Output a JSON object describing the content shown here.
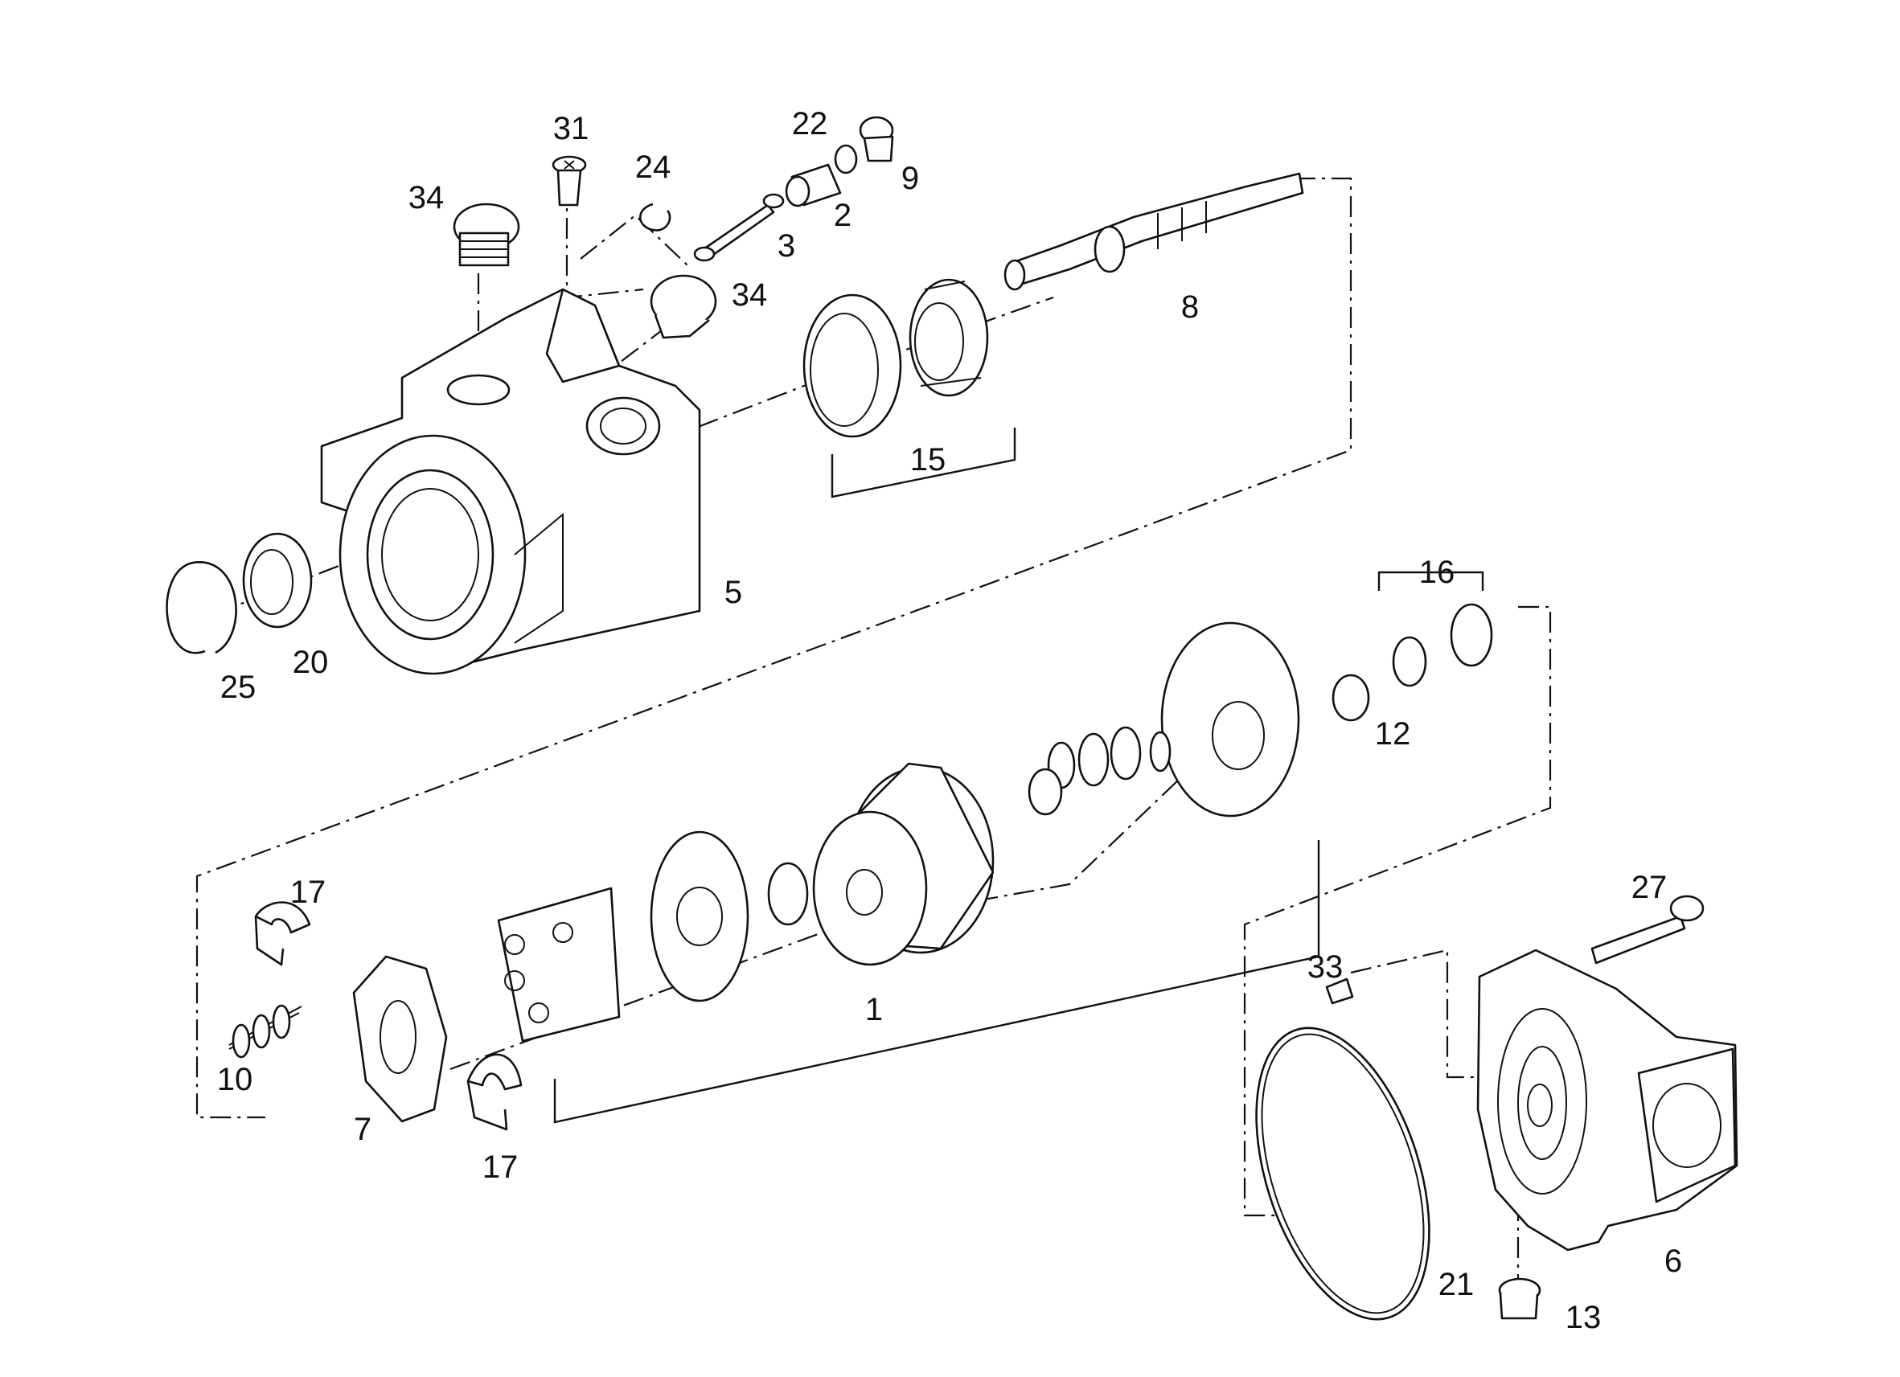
{
  "labels": {
    "l31": "31",
    "l22": "22",
    "l24": "24",
    "l34a": "34",
    "l9": "9",
    "l2": "2",
    "l3": "3",
    "l34b": "34",
    "l8": "8",
    "l15": "15",
    "l5": "5",
    "l20": "20",
    "l25": "25",
    "l16": "16",
    "l12": "12",
    "l17a": "17",
    "l27": "27",
    "l33": "33",
    "l1": "1",
    "l10": "10",
    "l7": "7",
    "l17b": "17",
    "l6": "6",
    "l21": "21",
    "l13": "13"
  }
}
